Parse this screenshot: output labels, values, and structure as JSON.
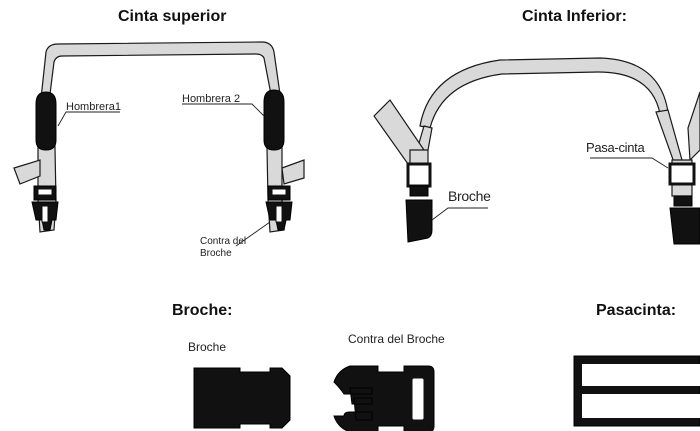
{
  "sections": {
    "top_strap": {
      "title": "Cinta superior",
      "label_left_pad": "Hombrera1",
      "label_right_pad": "Hombrera 2",
      "label_buckle_line1": "Contra del",
      "label_buckle_line2": "Broche"
    },
    "bottom_strap": {
      "title": "Cinta Inferior:",
      "label_buckle": "Broche",
      "label_slider": "Pasa-cinta"
    },
    "buckle": {
      "title": "Broche:",
      "label_female": "Broche",
      "label_male": "Contra del Broche"
    },
    "slider": {
      "title": "Pasacinta:"
    }
  },
  "colors": {
    "strap": "#d9d9d9",
    "outline": "#1a1a1a",
    "plastic": "#111111"
  }
}
